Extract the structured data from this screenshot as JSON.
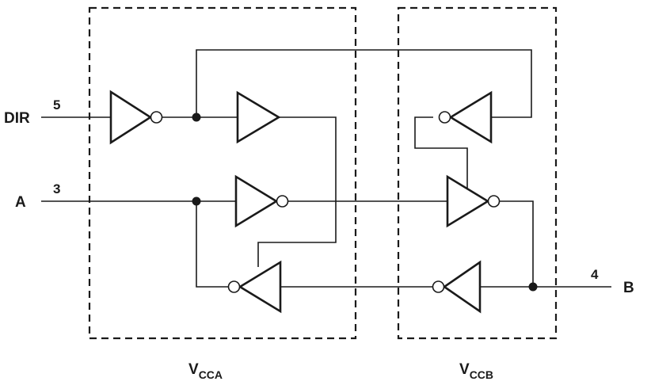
{
  "signals": {
    "dir": {
      "name": "DIR",
      "pin": "5"
    },
    "a": {
      "name": "A",
      "pin": "3"
    },
    "b": {
      "name": "B",
      "pin": "4"
    }
  },
  "supplies": {
    "vcca": {
      "main": "V",
      "sub": "CCA"
    },
    "vccb": {
      "main": "V",
      "sub": "CCB"
    }
  }
}
